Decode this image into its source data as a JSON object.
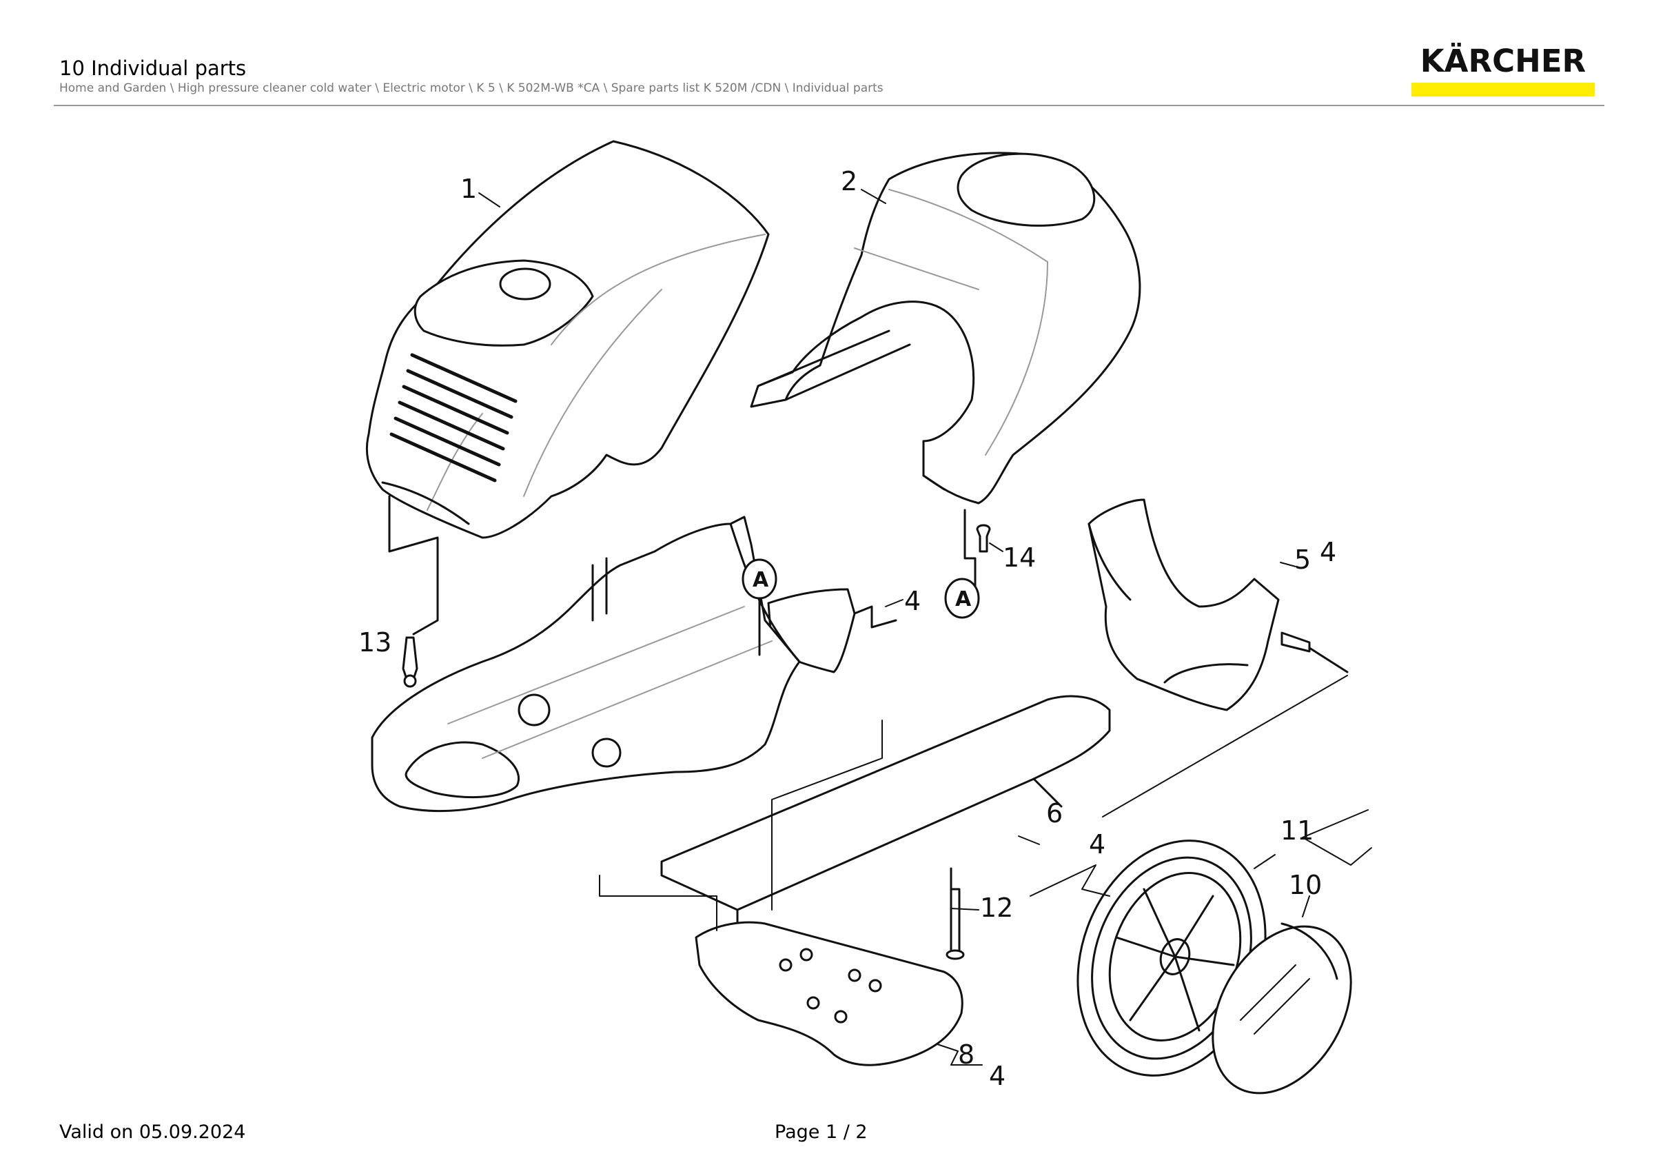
{
  "header": {
    "title": "10 Individual parts",
    "breadcrumb": "Home and Garden \\ High pressure cleaner cold water \\ Electric motor \\ K 5 \\ K 502M-WB *CA \\ Spare parts list K 520M /CDN \\ Individual parts",
    "brand": "KÄRCHER",
    "brand_bar_color": "#ffed00"
  },
  "callouts": {
    "c1": "1",
    "c2": "2",
    "c4a": "4",
    "c5": "5",
    "c4b": "4",
    "c6": "6",
    "c4c": "4",
    "c8": "8",
    "c4d": "4",
    "c10": "10",
    "c11": "11",
    "c12": "12",
    "c13": "13",
    "c14": "14",
    "refA1": "A",
    "refA2": "A"
  },
  "footer": {
    "valid": "Valid on 05.09.2024",
    "page": "Page 1 / 2"
  }
}
